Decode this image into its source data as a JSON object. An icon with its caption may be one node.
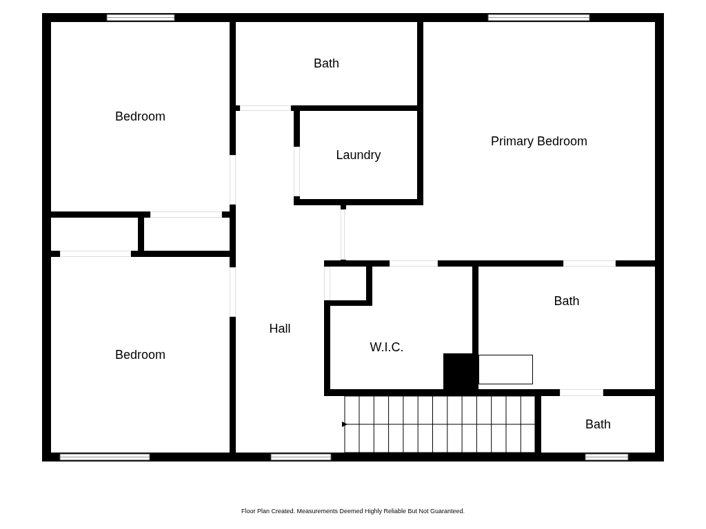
{
  "diagram": {
    "nodes": [
      {
        "text": [
          "Bath"
        ]
      },
      {
        "text": [
          "Bedroom"
        ]
      },
      {
        "text": [
          "Primary Bedroom"
        ]
      },
      {
        "text": [
          "Laundry"
        ]
      },
      {
        "text": [
          "Hall"
        ]
      },
      {
        "text": [
          "Bath"
        ]
      },
      {
        "text": [
          "W.I.C."
        ]
      },
      {
        "text": [
          "Bedroom"
        ]
      },
      {
        "text": [
          "Bath"
        ]
      }
    ],
    "edges": [],
    "caption": "Floor Plan Created. Measurements Deemed Highly Reliable But Not Guaranteed."
  }
}
